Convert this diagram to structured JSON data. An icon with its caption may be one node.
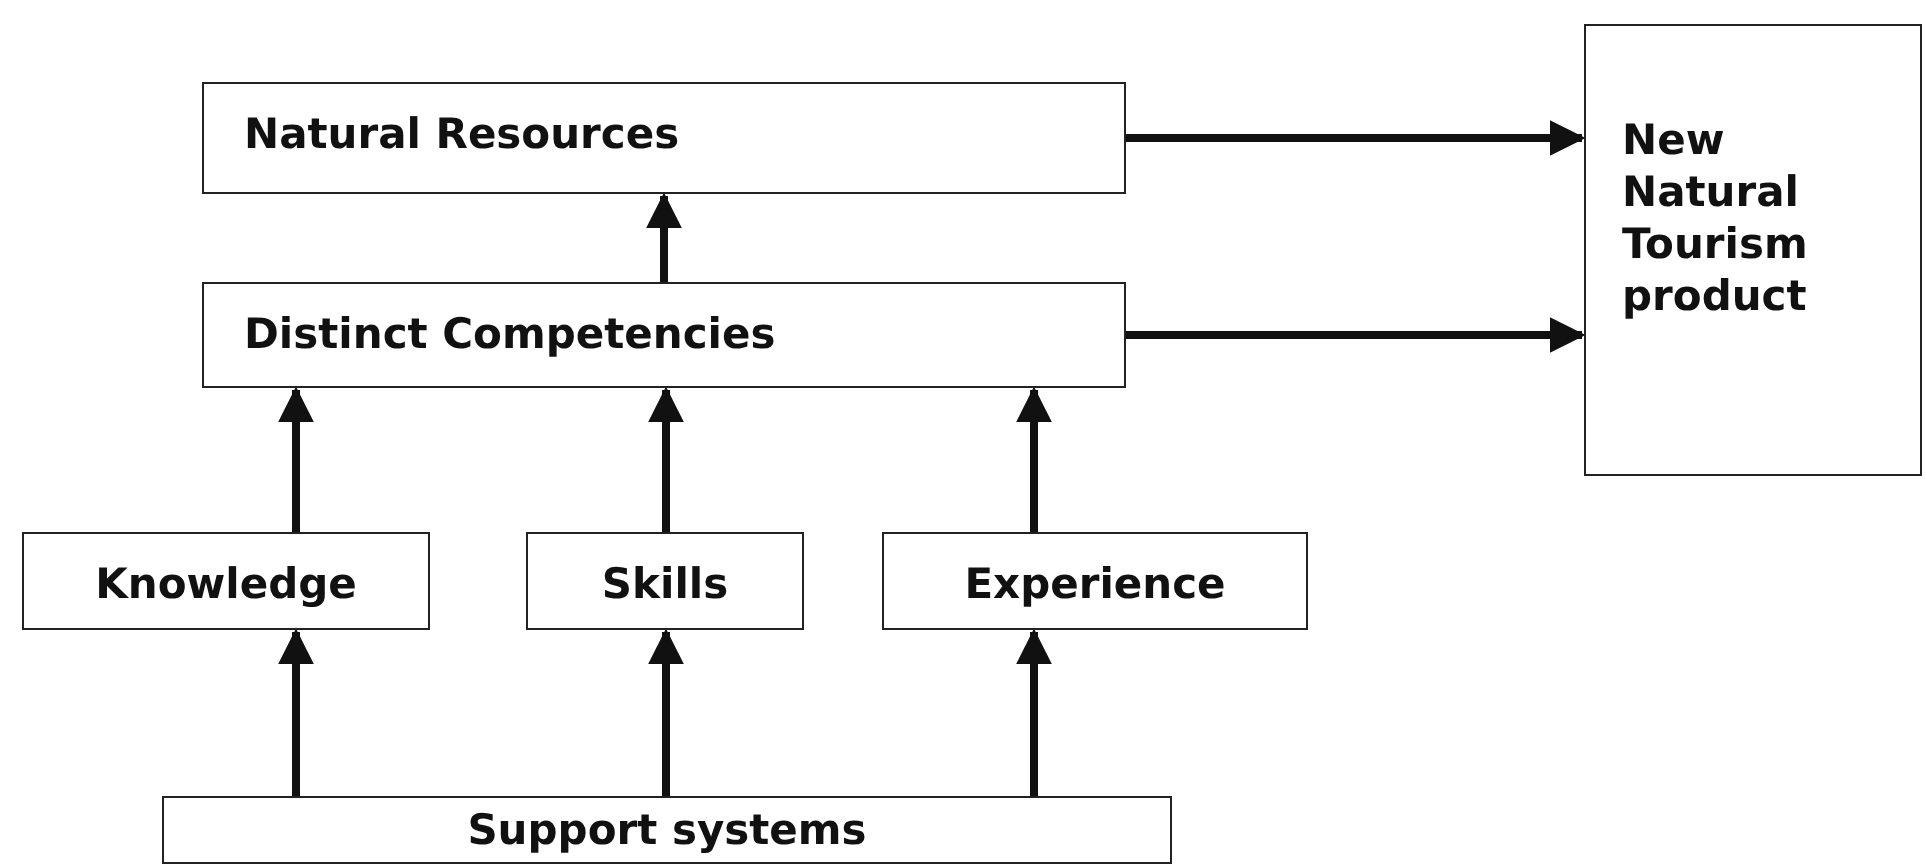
{
  "diagram": {
    "nodes": [
      {
        "text": [
          "Natural Resources"
        ]
      },
      {
        "text": [
          "New Natural Tourism product"
        ]
      },
      {
        "text": [
          "Distinct Competencies"
        ]
      },
      {
        "text": [
          "Knowledge"
        ]
      },
      {
        "text": [
          "Skills"
        ]
      },
      {
        "text": [
          "Experience"
        ]
      },
      {
        "text": [
          "Support systems"
        ]
      }
    ],
    "edges": [
      {
        "from": 0,
        "to": 1,
        "arrow": "to"
      },
      {
        "from": 2,
        "to": 0,
        "arrow": "to"
      },
      {
        "from": 2,
        "to": 1,
        "arrow": "to"
      },
      {
        "from": 3,
        "to": 2,
        "arrow": "to"
      },
      {
        "from": 4,
        "to": 2,
        "arrow": "to"
      },
      {
        "from": 5,
        "to": 2,
        "arrow": "to"
      },
      {
        "from": 6,
        "to": 3,
        "arrow": "to"
      },
      {
        "from": 6,
        "to": 4,
        "arrow": "to"
      },
      {
        "from": 6,
        "to": 5,
        "arrow": "to"
      }
    ]
  }
}
